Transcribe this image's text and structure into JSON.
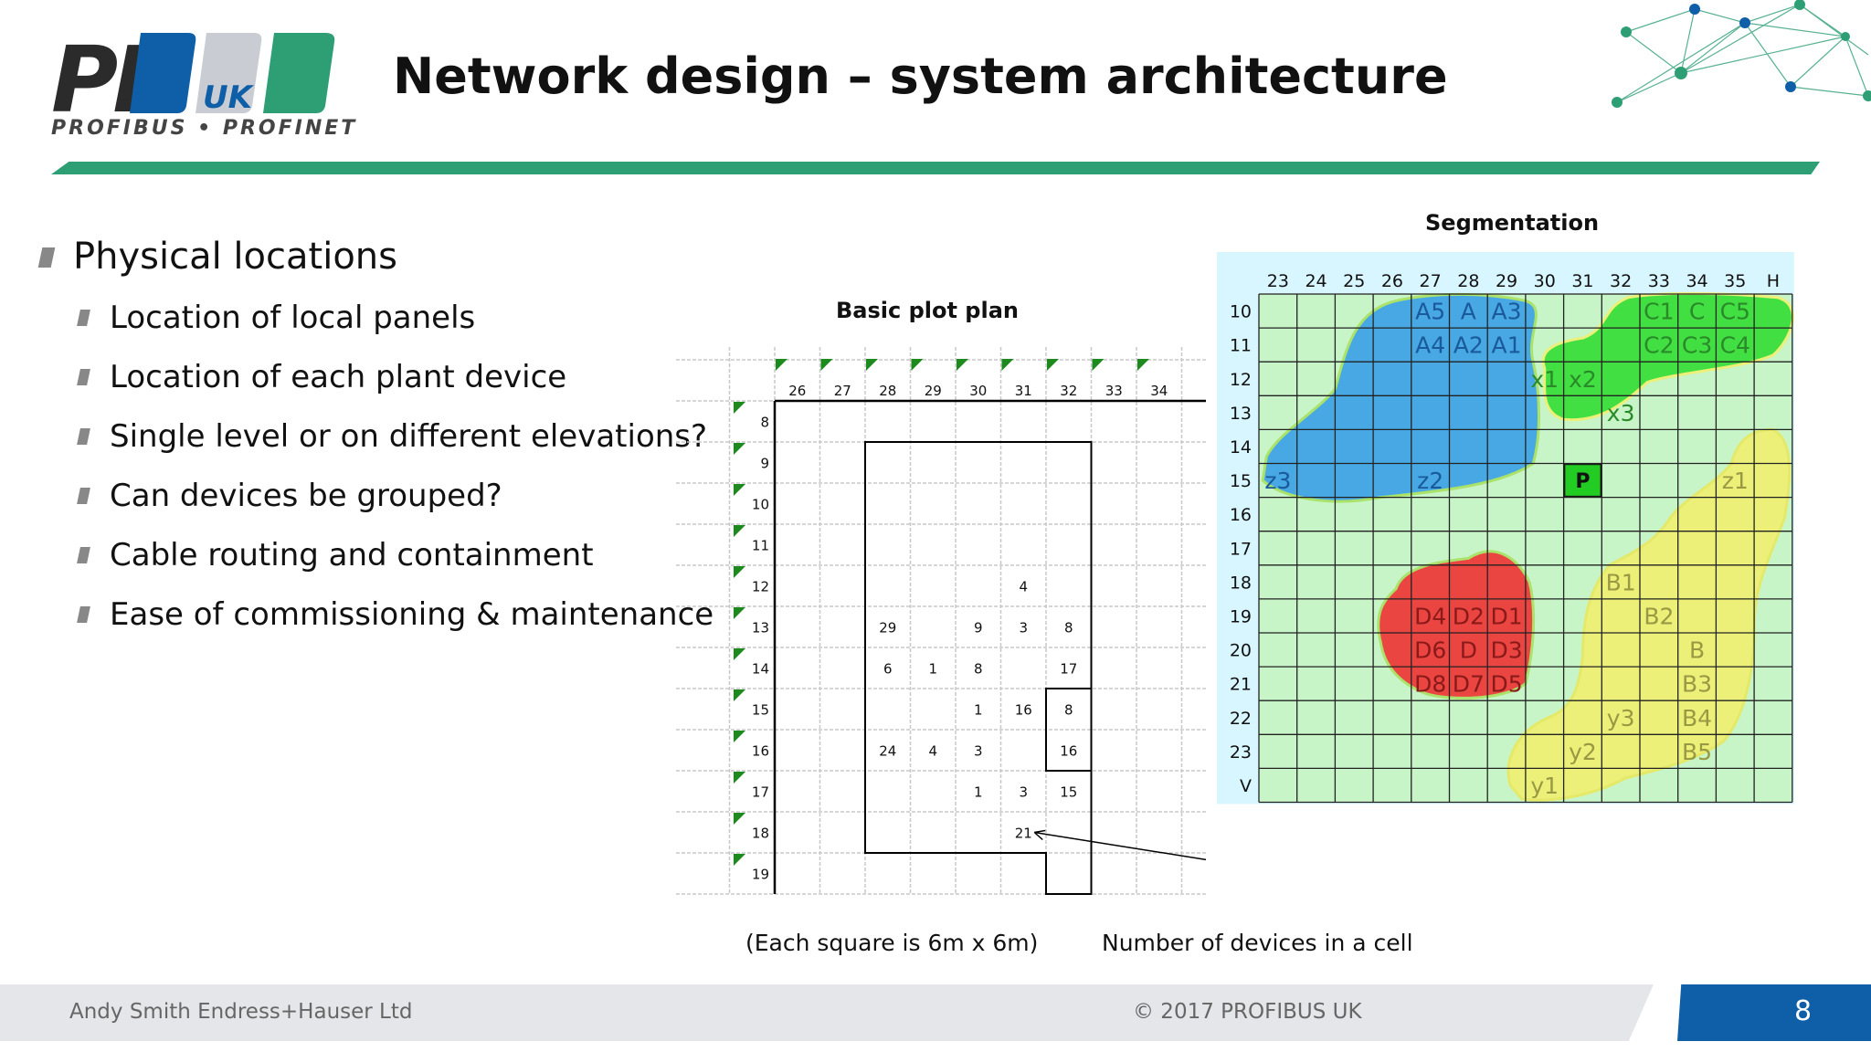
{
  "header": {
    "logo_main": "PI",
    "logo_uk": "UK",
    "logo_tagline": "PROFIBUS • PROFINET",
    "title": "Network design – system architecture"
  },
  "bullets": {
    "main": "Physical locations",
    "sub": [
      "Location of local panels",
      "Location of each plant device",
      "Single level or on different elevations?",
      "Can devices be grouped?",
      "Cable routing and containment",
      "Ease of commissioning & maintenance"
    ]
  },
  "plot_plan": {
    "caption": "Basic plot plan",
    "col_labels": [
      "26",
      "27",
      "28",
      "29",
      "30",
      "31",
      "32",
      "33",
      "34"
    ],
    "row_labels": [
      "8",
      "9",
      "10",
      "11",
      "12",
      "13",
      "14",
      "15",
      "16",
      "17",
      "18",
      "19"
    ],
    "cells": [
      {
        "col": "31",
        "row": "12",
        "value": "4"
      },
      {
        "col": "28",
        "row": "13",
        "value": "29"
      },
      {
        "col": "30",
        "row": "13",
        "value": "9"
      },
      {
        "col": "31",
        "row": "13",
        "value": "3"
      },
      {
        "col": "32",
        "row": "13",
        "value": "8"
      },
      {
        "col": "28",
        "row": "14",
        "value": "6"
      },
      {
        "col": "29",
        "row": "14",
        "value": "1"
      },
      {
        "col": "30",
        "row": "14",
        "value": "8"
      },
      {
        "col": "32",
        "row": "14",
        "value": "17"
      },
      {
        "col": "30",
        "row": "15",
        "value": "1"
      },
      {
        "col": "31",
        "row": "15",
        "value": "16"
      },
      {
        "col": "32",
        "row": "15",
        "value": "8"
      },
      {
        "col": "28",
        "row": "16",
        "value": "24"
      },
      {
        "col": "29",
        "row": "16",
        "value": "4"
      },
      {
        "col": "30",
        "row": "16",
        "value": "3"
      },
      {
        "col": "32",
        "row": "16",
        "value": "16"
      },
      {
        "col": "30",
        "row": "17",
        "value": "1"
      },
      {
        "col": "31",
        "row": "17",
        "value": "3"
      },
      {
        "col": "32",
        "row": "17",
        "value": "15"
      },
      {
        "col": "31",
        "row": "18",
        "value": "21"
      }
    ],
    "square_note": "(Each square is 6m x 6m)",
    "devices_note": "Number of devices in a cell"
  },
  "segmentation": {
    "caption": "Segmentation",
    "col_labels": [
      "23",
      "24",
      "25",
      "26",
      "27",
      "28",
      "29",
      "30",
      "31",
      "32",
      "33",
      "34",
      "35",
      "H"
    ],
    "row_labels": [
      "10",
      "11",
      "12",
      "13",
      "14",
      "15",
      "16",
      "17",
      "18",
      "19",
      "20",
      "21",
      "22",
      "23",
      "V"
    ],
    "segments": [
      {
        "color": "#3aa0e8",
        "labels": [
          {
            "text": "A5",
            "col": "27",
            "row": "10"
          },
          {
            "text": "A",
            "col": "28",
            "row": "10"
          },
          {
            "text": "A3",
            "col": "29",
            "row": "10"
          },
          {
            "text": "A4",
            "col": "27",
            "row": "11"
          },
          {
            "text": "A2",
            "col": "28",
            "row": "11"
          },
          {
            "text": "A1",
            "col": "29",
            "row": "11"
          },
          {
            "text": "z3",
            "col": "23",
            "row": "15"
          },
          {
            "text": "z2",
            "col": "27",
            "row": "15"
          }
        ]
      },
      {
        "color": "#33dd33",
        "labels": [
          {
            "text": "C1",
            "col": "33",
            "row": "10"
          },
          {
            "text": "C",
            "col": "34",
            "row": "10"
          },
          {
            "text": "C5",
            "col": "35",
            "row": "10"
          },
          {
            "text": "C2",
            "col": "33",
            "row": "11"
          },
          {
            "text": "C3",
            "col": "34",
            "row": "11"
          },
          {
            "text": "C4",
            "col": "35",
            "row": "11"
          },
          {
            "text": "x1",
            "col": "30",
            "row": "12"
          },
          {
            "text": "x2",
            "col": "31",
            "row": "12"
          },
          {
            "text": "x3",
            "col": "32",
            "row": "13"
          }
        ]
      },
      {
        "color": "#ee3333",
        "labels": [
          {
            "text": "D4",
            "col": "27",
            "row": "19"
          },
          {
            "text": "D2",
            "col": "28",
            "row": "19"
          },
          {
            "text": "D1",
            "col": "29",
            "row": "19"
          },
          {
            "text": "D6",
            "col": "27",
            "row": "20"
          },
          {
            "text": "D",
            "col": "28",
            "row": "20"
          },
          {
            "text": "D3",
            "col": "29",
            "row": "20"
          },
          {
            "text": "D8",
            "col": "27",
            "row": "21"
          },
          {
            "text": "D7",
            "col": "28",
            "row": "21"
          },
          {
            "text": "D5",
            "col": "29",
            "row": "21"
          }
        ]
      },
      {
        "color": "#f0f070",
        "labels": [
          {
            "text": "z1",
            "col": "35",
            "row": "15"
          },
          {
            "text": "B1",
            "col": "32",
            "row": "18"
          },
          {
            "text": "B2",
            "col": "33",
            "row": "19"
          },
          {
            "text": "B",
            "col": "34",
            "row": "20"
          },
          {
            "text": "B3",
            "col": "34",
            "row": "21"
          },
          {
            "text": "y3",
            "col": "32",
            "row": "22"
          },
          {
            "text": "B4",
            "col": "34",
            "row": "22"
          },
          {
            "text": "y2",
            "col": "31",
            "row": "23"
          },
          {
            "text": "B5",
            "col": "34",
            "row": "23"
          },
          {
            "text": "y1",
            "col": "30",
            "row": "V"
          }
        ]
      }
    ],
    "panel": {
      "text": "P",
      "col": "31",
      "row": "15",
      "color": "#22cc22"
    }
  },
  "footer": {
    "left": "Andy Smith Endress+Hauser Ltd",
    "mid": "© 2017   PROFIBUS UK",
    "page": "8"
  },
  "colors": {
    "accent_green": "#2e9f75",
    "accent_blue": "#0f5fa8",
    "seg_background": "#c8f5c8",
    "seg_header": "#d8f6ff"
  }
}
